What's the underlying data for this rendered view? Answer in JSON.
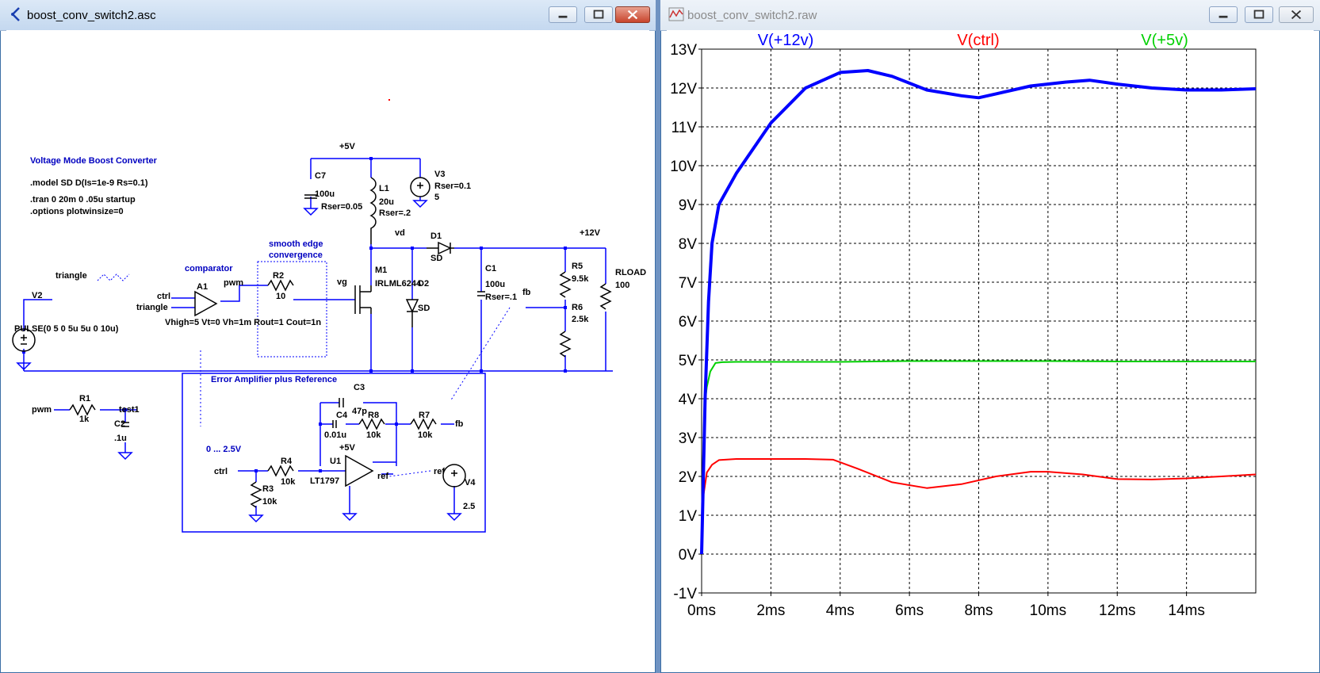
{
  "schematic_window": {
    "title": "boost_conv_switch2.asc",
    "heading": "Voltage Mode Boost Converter",
    "directives": [
      ".model SD D(Is=1e-9 Rs=0.1)",
      ".tran 0 20m 0 .05u startup",
      ".options plotwinsize=0"
    ],
    "notes": {
      "comparator": "comparator",
      "smooth_line1": "smooth edge",
      "smooth_line2": "convergence",
      "error_amp": "Error Amplifier plus Reference",
      "range": "0 ... 2.5V"
    },
    "nets": {
      "p5v": "+5V",
      "vd": "vd",
      "p12v": "+12V",
      "vg": "vg",
      "pwm": "pwm",
      "fb": "fb",
      "ctrl": "ctrl",
      "triangle": "triangle",
      "test1": "test1",
      "ref": "ref"
    },
    "components": {
      "V2": {
        "name": "V2",
        "value": "PULSE(0 5 0 5u 5u 0 10u)"
      },
      "A1": {
        "name": "A1",
        "value": "Vhigh=5 Vt=0 Vh=1m Rout=1 Cout=1n"
      },
      "R2": {
        "name": "R2",
        "value": "10"
      },
      "M1": {
        "name": "M1",
        "value": "IRLML6244"
      },
      "D2": {
        "name": "D2",
        "value": "SD"
      },
      "C7": {
        "name": "C7",
        "value": "100u",
        "extra": "Rser=0.05"
      },
      "L1": {
        "name": "L1",
        "value": "20u",
        "extra": "Rser=.2"
      },
      "V3": {
        "name": "V3",
        "value": "5",
        "extra": "Rser=0.1"
      },
      "D1": {
        "name": "D1",
        "value": "SD"
      },
      "C1": {
        "name": "C1",
        "value": "100u",
        "extra": "Rser=.1"
      },
      "R5": {
        "name": "R5",
        "value": "9.5k"
      },
      "R6": {
        "name": "R6",
        "value": "2.5k"
      },
      "RLOAD": {
        "name": "RLOAD",
        "value": "100"
      },
      "R1": {
        "name": "R1",
        "value": "1k"
      },
      "C2": {
        "name": "C2",
        "value": ".1u"
      },
      "C3": {
        "name": "C3",
        "value": "47p"
      },
      "C4": {
        "name": "C4",
        "value": "0.01u"
      },
      "R8": {
        "name": "R8",
        "value": "10k"
      },
      "R7": {
        "name": "R7",
        "value": "10k"
      },
      "R4": {
        "name": "R4",
        "value": "10k"
      },
      "R3": {
        "name": "R3",
        "value": "10k"
      },
      "U1": {
        "name": "U1",
        "value": "LT1797",
        "supply": "+5V"
      },
      "V4": {
        "name": "V4",
        "value": "2.5"
      }
    }
  },
  "waveform_window": {
    "title": "boost_conv_switch2.raw",
    "colors": {
      "v12": "#0000ff",
      "ctrl": "#ff0000",
      "v5": "#00d000"
    }
  },
  "chart_data": {
    "type": "line",
    "xlabel": "",
    "ylabel": "",
    "xlim": [
      0,
      16
    ],
    "ylim": [
      -1,
      13
    ],
    "x_ticks": [
      "0ms",
      "2ms",
      "4ms",
      "6ms",
      "8ms",
      "10ms",
      "12ms",
      "14ms"
    ],
    "y_ticks": [
      "-1V",
      "0V",
      "1V",
      "2V",
      "3V",
      "4V",
      "5V",
      "6V",
      "7V",
      "8V",
      "9V",
      "10V",
      "11V",
      "12V",
      "13V"
    ],
    "grid": true,
    "legend": "top",
    "series": [
      {
        "name": "V(+12v)",
        "x": [
          0,
          0.1,
          0.2,
          0.3,
          0.5,
          1,
          2,
          3,
          4,
          4.8,
          5.5,
          6.5,
          7.5,
          8,
          8.5,
          9.5,
          10.5,
          11.2,
          12,
          13,
          14,
          15,
          16
        ],
        "y": [
          0,
          4,
          6.5,
          8,
          9,
          9.8,
          11.1,
          12,
          12.4,
          12.45,
          12.3,
          11.95,
          11.8,
          11.75,
          11.85,
          12.05,
          12.15,
          12.2,
          12.1,
          12.0,
          11.95,
          11.95,
          11.98
        ]
      },
      {
        "name": "V(ctrl)",
        "x": [
          0,
          0.05,
          0.15,
          0.3,
          0.5,
          1,
          2,
          3,
          3.8,
          4.5,
          5.5,
          6.5,
          7.5,
          8.5,
          9.5,
          10,
          11,
          12,
          13,
          14,
          15,
          16
        ],
        "y": [
          0,
          1.5,
          2.1,
          2.3,
          2.42,
          2.45,
          2.45,
          2.45,
          2.43,
          2.2,
          1.85,
          1.7,
          1.8,
          2.0,
          2.12,
          2.12,
          2.05,
          1.93,
          1.92,
          1.95,
          2.0,
          2.05
        ]
      },
      {
        "name": "V(+5v)",
        "x": [
          0,
          0.03,
          0.08,
          0.15,
          0.25,
          0.4,
          0.6,
          1,
          2,
          4,
          6,
          8,
          10,
          12,
          14,
          16
        ],
        "y": [
          0,
          2,
          3.8,
          4.3,
          4.7,
          4.92,
          4.94,
          4.95,
          4.95,
          4.95,
          4.97,
          4.97,
          4.97,
          4.96,
          4.96,
          4.96
        ]
      }
    ]
  }
}
